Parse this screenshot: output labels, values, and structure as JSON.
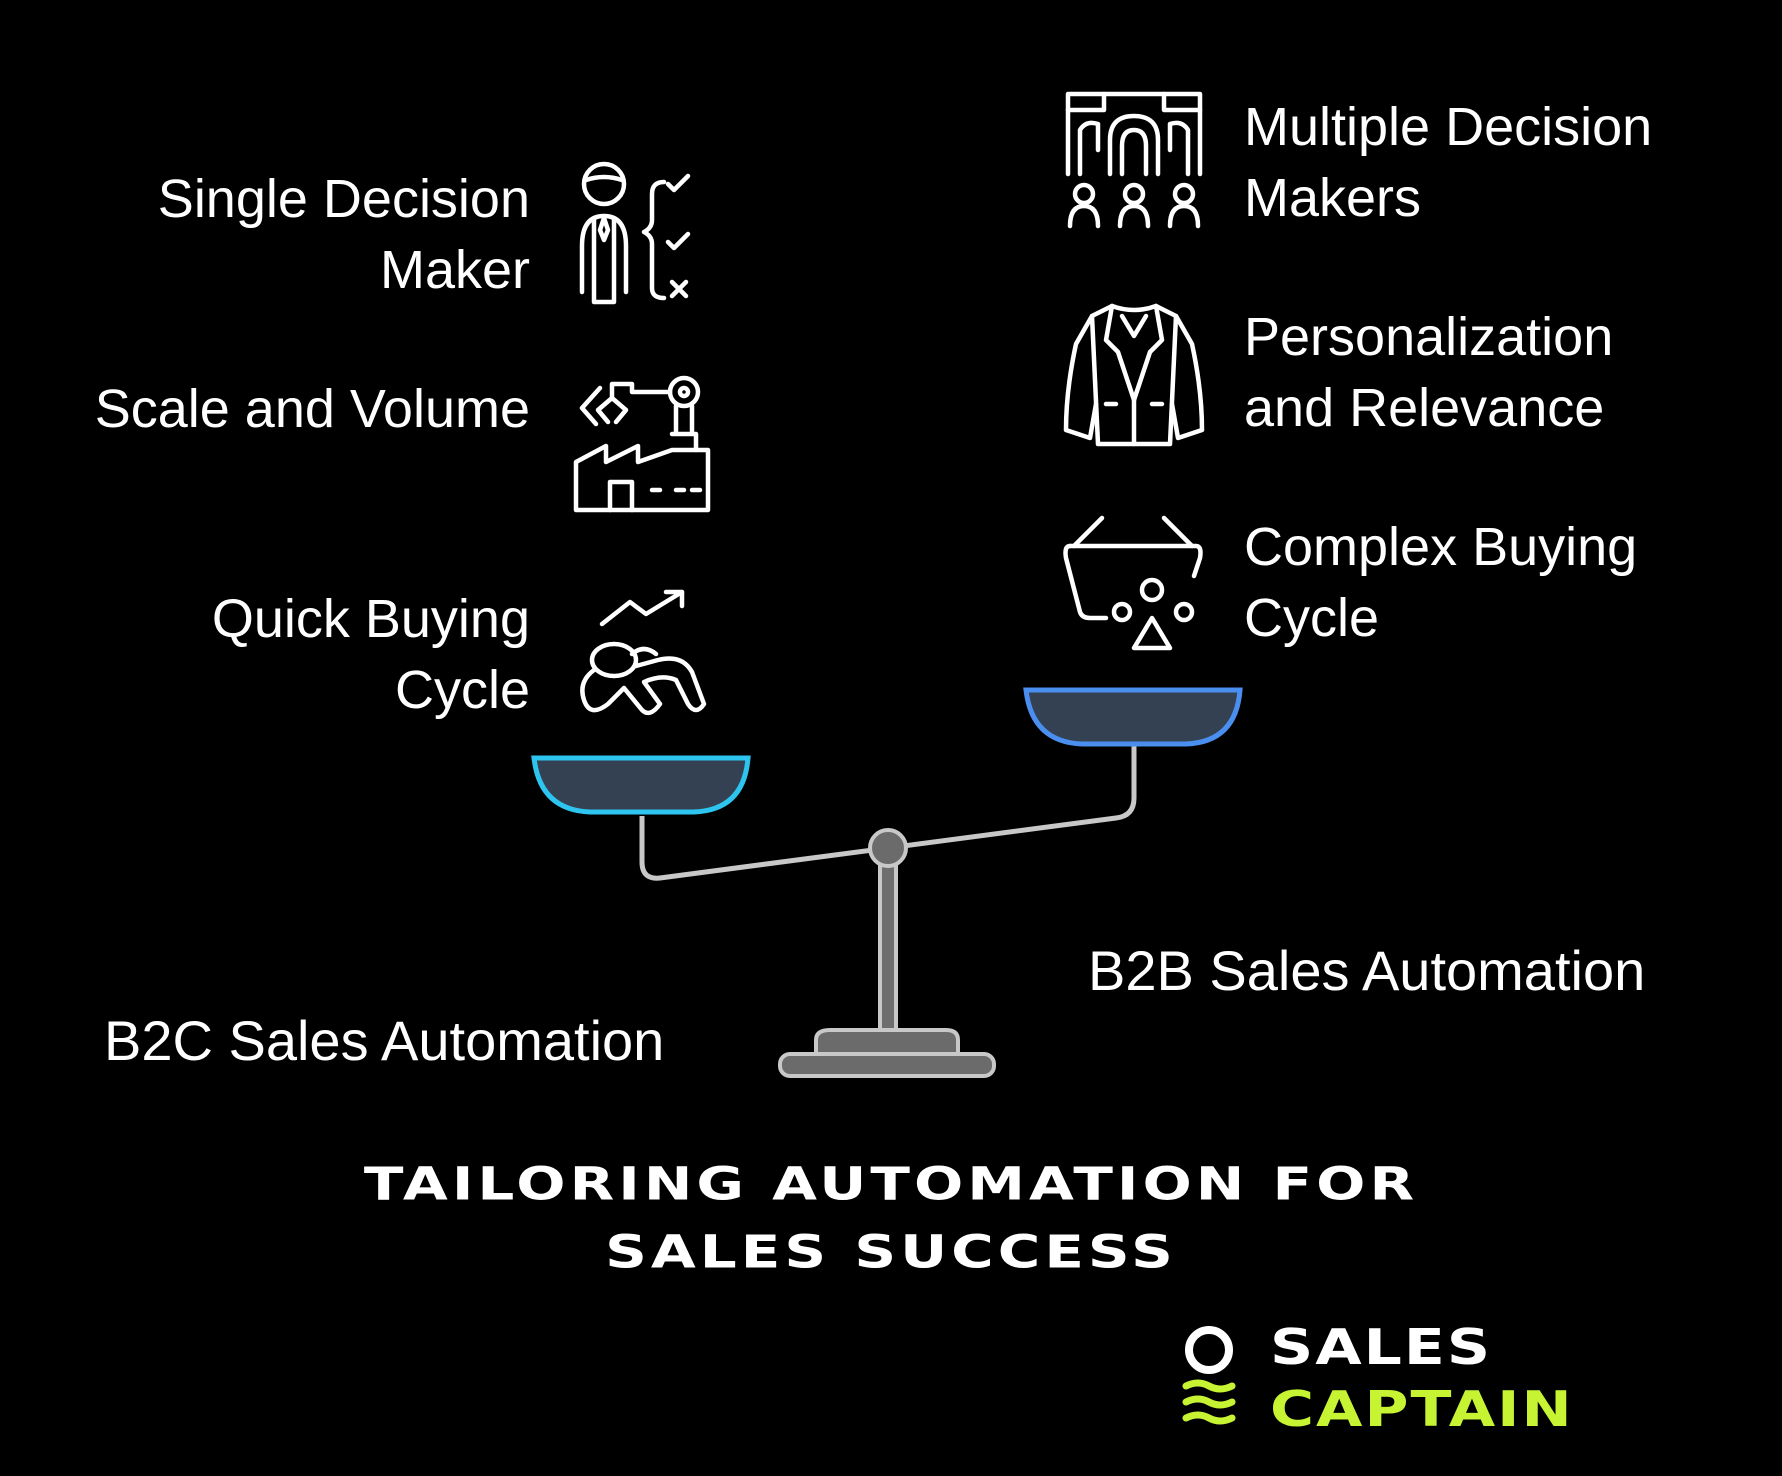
{
  "left_labels": [
    "Single Decision Maker",
    "Scale and Volume",
    "Quick Buying Cycle"
  ],
  "right_labels": [
    "Multiple Decision Makers",
    "Personalization and Relevance",
    "Complex Buying Cycle"
  ],
  "categories": {
    "left": "B2C Sales Automation",
    "right": "B2B Sales Automation"
  },
  "title": {
    "line1": "TAILORING AUTOMATION FOR",
    "line2": "SALES SUCCESS"
  },
  "brand": {
    "word1": "SALES",
    "word2": "CAPTAIN",
    "accent": "#c6f432"
  },
  "icons": {
    "single_decision": "person-with-checklist-icon",
    "scale_volume": "robot-arm-factory-icon",
    "quick_buying": "running-person-trend-icon",
    "multiple_decision": "boardroom-people-icon",
    "personalization": "suit-jacket-icon",
    "complex_buying": "basket-shapes-icon"
  },
  "colors": {
    "left_pan": "#2ec4f0",
    "right_pan": "#4a8ef0",
    "pan_fill": "#334152",
    "beam": "#c8c8c8",
    "base": "#6b6b6b"
  }
}
